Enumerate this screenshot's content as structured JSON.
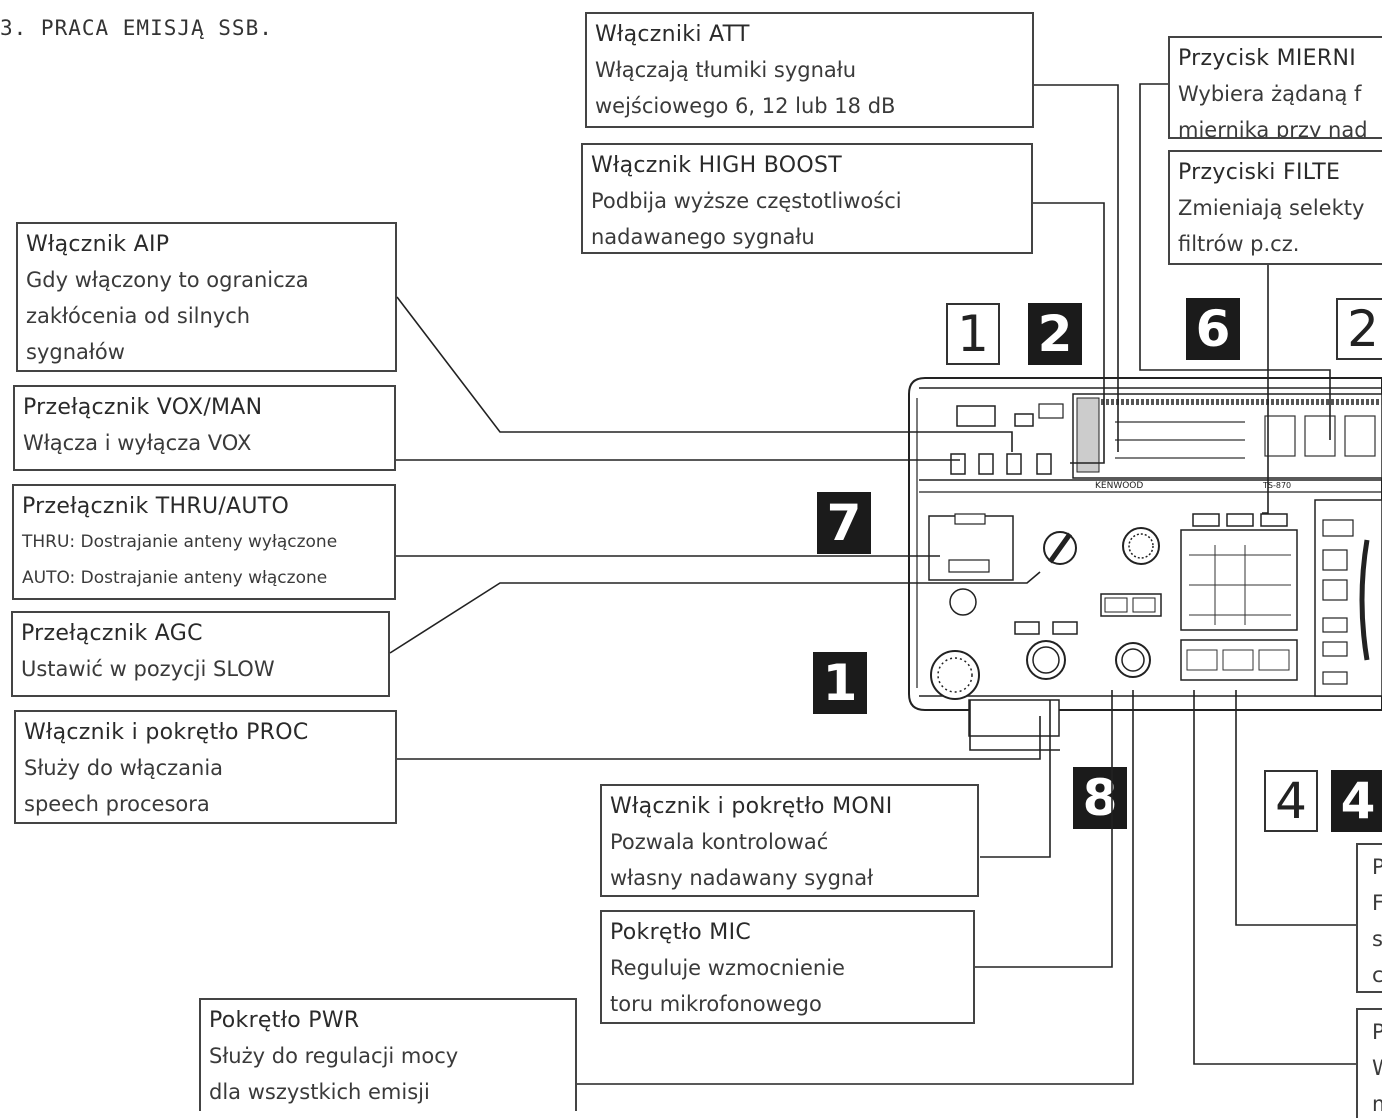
{
  "page": {
    "title": "3. PRACA EMISJĄ SSB."
  },
  "callouts": {
    "att": {
      "title": "Włączniki ATT",
      "lines": [
        "Włączają tłumiki sygnału",
        "wejściowego 6, 12 lub 18 dB"
      ]
    },
    "high_boost": {
      "title": "Włącznik HIGH BOOST",
      "lines": [
        "Podbija wyższe częstotliwości",
        "nadawanego sygnału"
      ]
    },
    "meter": {
      "title": "Przycisk MIERNI",
      "lines": [
        "Wybiera żądaną f",
        "miernika przy nad"
      ]
    },
    "filter": {
      "title": "Przyciski FILTE",
      "lines": [
        "Zmieniają selekty",
        "filtrów p.cz."
      ]
    },
    "aip": {
      "title": "Włącznik AIP",
      "lines": [
        "Gdy włączony to ogranicza",
        "zakłócenia od silnych",
        "sygnałów"
      ]
    },
    "vox": {
      "title": "Przełącznik VOX/MAN",
      "lines": [
        "Włącza i wyłącza VOX"
      ]
    },
    "thru_auto": {
      "title": "Przełącznik THRU/AUTO",
      "lines": [
        "THRU: Dostrajanie anteny wyłączone",
        "AUTO: Dostrajanie anteny włączone"
      ]
    },
    "agc": {
      "title": "Przełącznik AGC",
      "lines": [
        "Ustawić w pozycji SLOW"
      ]
    },
    "proc": {
      "title": "Włącznik i pokrętło PROC",
      "lines": [
        "Służy do włączania",
        "speech procesora"
      ]
    },
    "moni": {
      "title": "Włącznik i pokrętło MONI",
      "lines": [
        "Pozwala kontrolować",
        "własny nadawany sygnał"
      ]
    },
    "mic": {
      "title": "Pokrętło MIC",
      "lines": [
        "Reguluje wzmocnienie",
        "toru mikrofonowego"
      ]
    },
    "pwr": {
      "title": "Pokrętło PWR",
      "lines": [
        "Służy do regulacji mocy",
        "dla wszystkich emisji"
      ]
    },
    "right_a": {
      "lines": [
        "P",
        "F",
        "s",
        "c"
      ]
    },
    "right_b": {
      "lines": [
        "P",
        "W",
        "m"
      ]
    }
  },
  "badges": {
    "b1_top": "1",
    "b2_top": "2",
    "b6": "6",
    "b2_right": "2",
    "b7": "7",
    "b1_mid": "1",
    "b8": "8",
    "b4_light": "4",
    "b4_dark": "4"
  },
  "radio": {
    "brand": "KENWOOD",
    "model": "TS-870"
  }
}
